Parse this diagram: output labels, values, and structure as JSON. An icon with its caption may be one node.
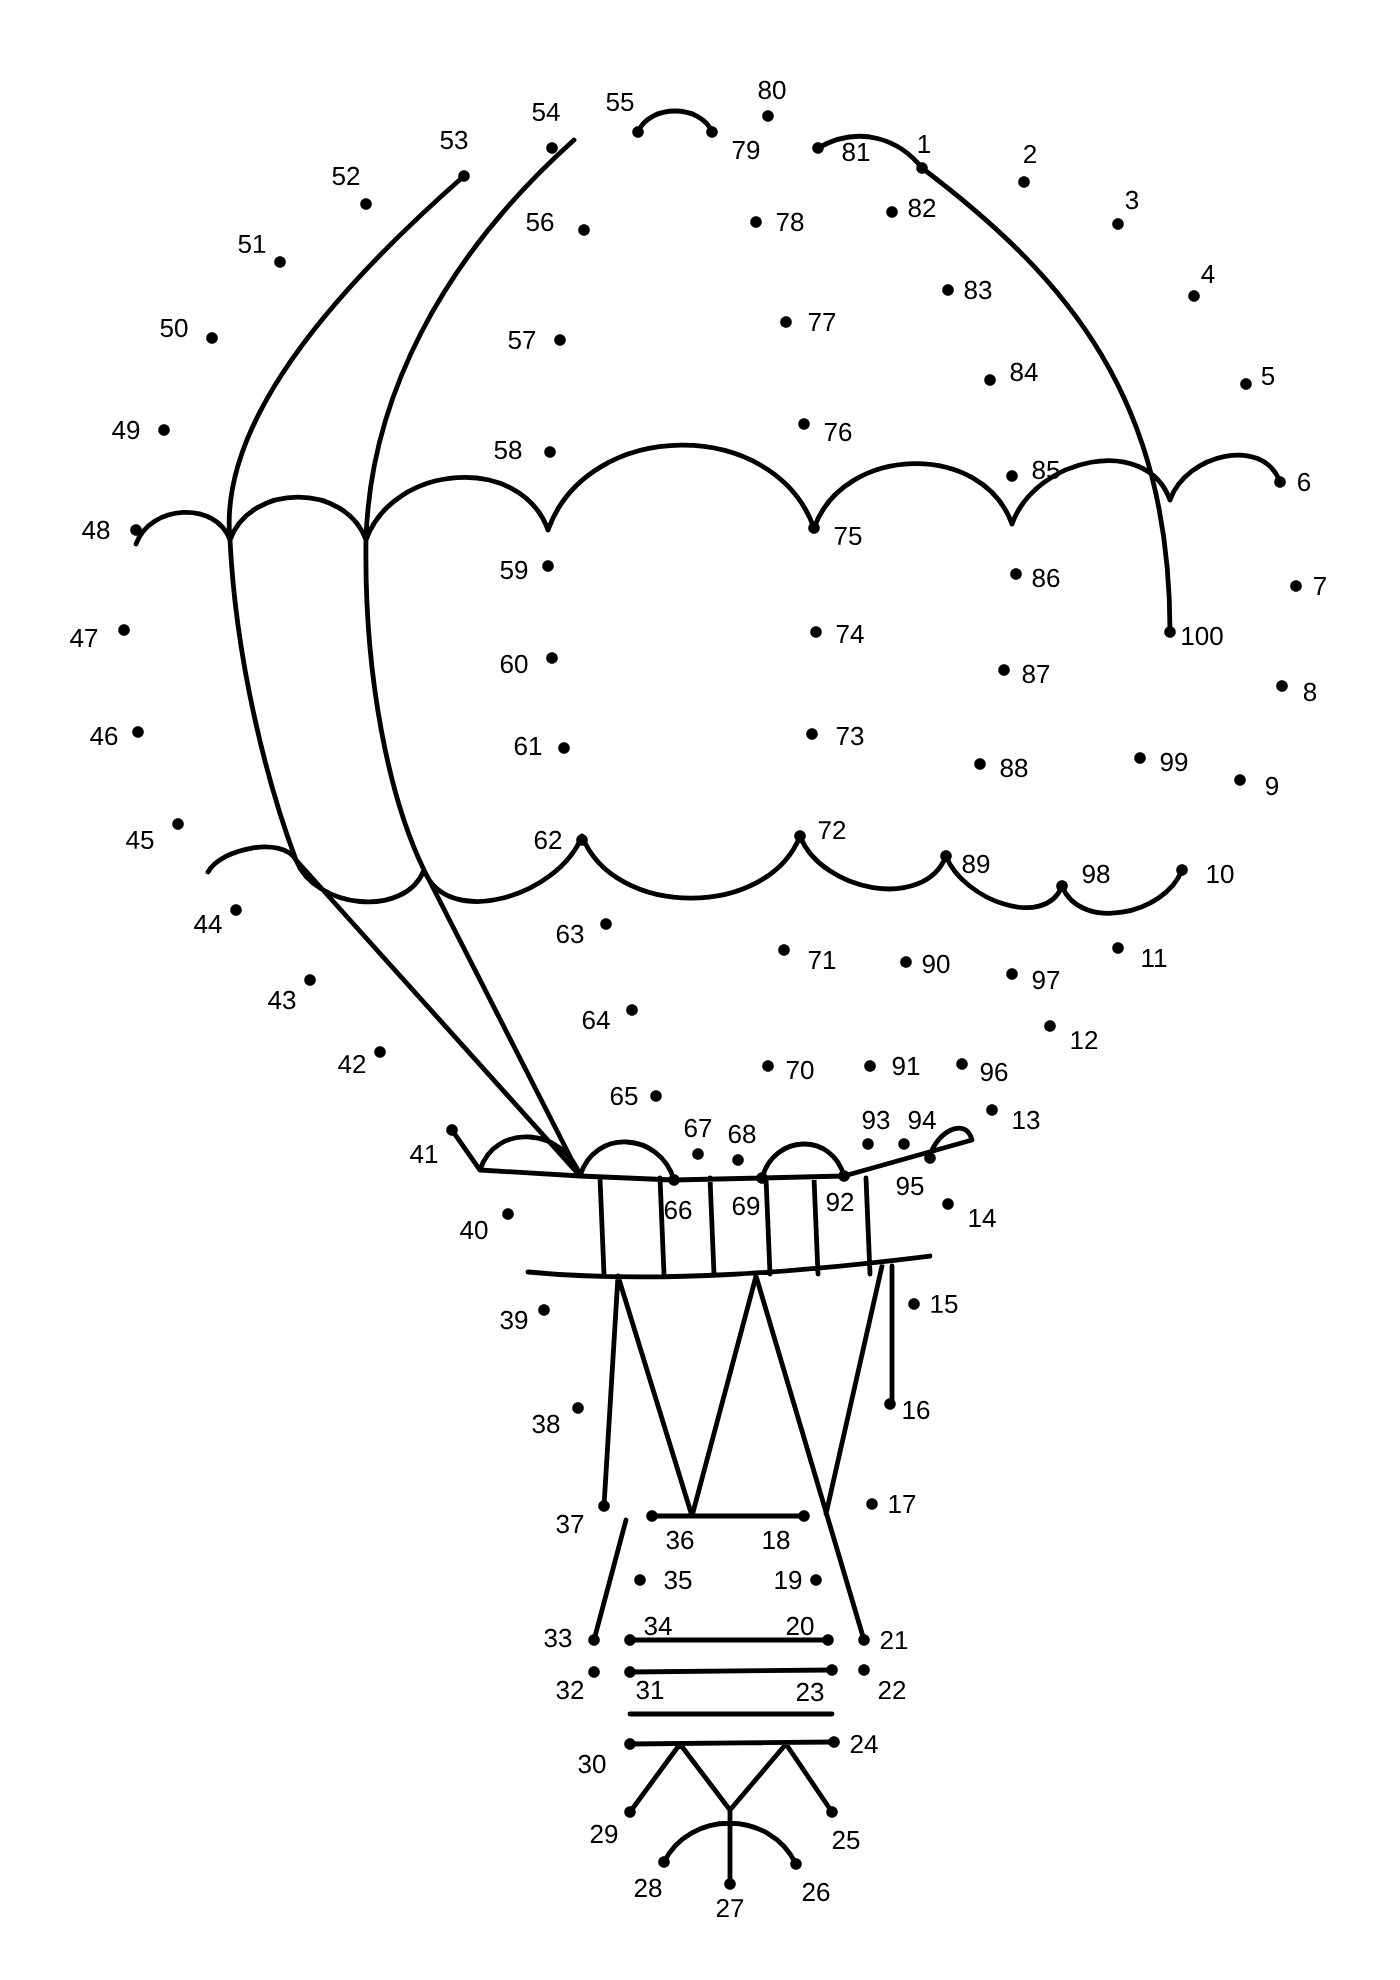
{
  "diagram": {
    "labels": [
      "1",
      "2",
      "3",
      "4",
      "5",
      "6",
      "7",
      "8",
      "9",
      "10",
      "11",
      "12",
      "13",
      "14",
      "15",
      "16",
      "17",
      "18",
      "19",
      "20",
      "21",
      "22",
      "23",
      "24",
      "25",
      "26",
      "27",
      "28",
      "29",
      "30",
      "31",
      "32",
      "33",
      "34",
      "35",
      "36",
      "37",
      "38",
      "39",
      "40",
      "41",
      "42",
      "43",
      "44",
      "45",
      "46",
      "47",
      "48",
      "49",
      "50",
      "51",
      "52",
      "53",
      "54",
      "55",
      "56",
      "57",
      "58",
      "59",
      "60",
      "61",
      "62",
      "63",
      "64",
      "65",
      "66",
      "67",
      "68",
      "69",
      "70",
      "71",
      "72",
      "73",
      "74",
      "75",
      "76",
      "77",
      "78",
      "79",
      "80",
      "81",
      "82",
      "83",
      "84",
      "85",
      "86",
      "87",
      "88",
      "89",
      "90",
      "91",
      "92",
      "93",
      "94",
      "95",
      "96",
      "97",
      "98",
      "99",
      "100"
    ]
  }
}
